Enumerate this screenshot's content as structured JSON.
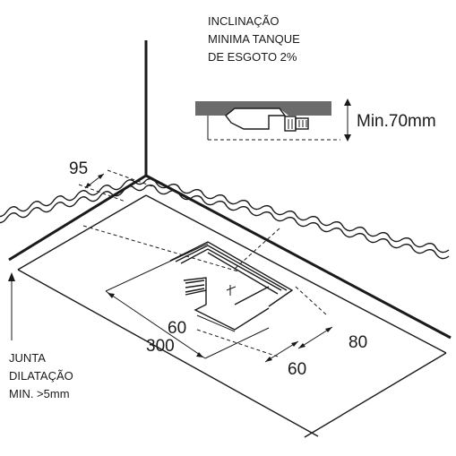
{
  "slope_note": {
    "lines": [
      "INCLINAÇÃO",
      "MINIMA TANQUE",
      "DE ESGOTO 2%"
    ]
  },
  "min_height_label": "Min.70mm",
  "dimensions": {
    "wall_offset": "95",
    "drain_length": "300",
    "drain_width_a": "60",
    "drain_width_b": "60",
    "drain_depth": "80"
  },
  "expansion_joint": {
    "lines": [
      "JUNTA",
      "DILATAÇÃO",
      "MIN. >5mm"
    ]
  },
  "colors": {
    "ink": "#1a1a1a",
    "detail_fill": "#6b6b6b"
  }
}
